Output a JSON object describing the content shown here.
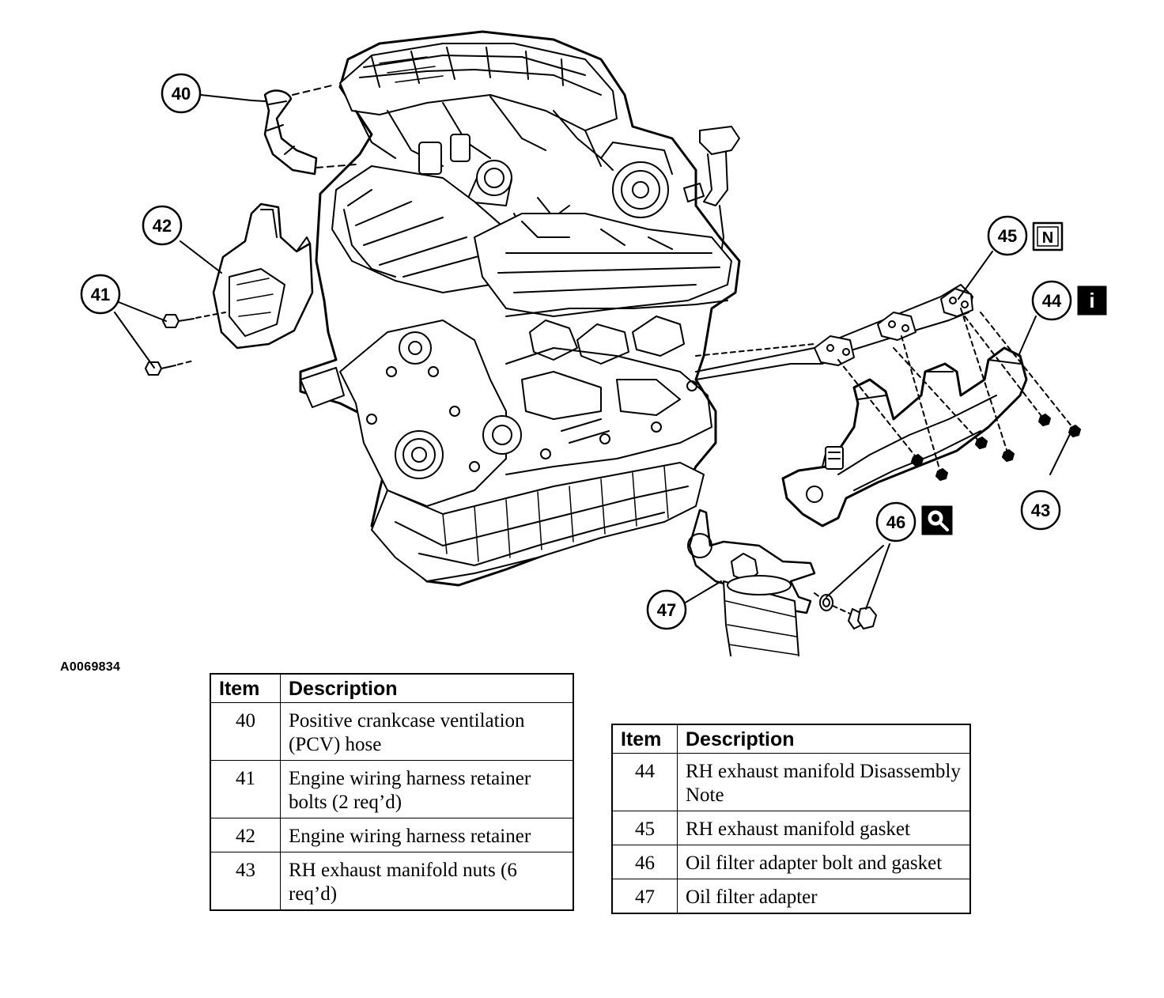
{
  "figure_id": "A0069834",
  "callouts": {
    "c40": "40",
    "c41": "41",
    "c42": "42",
    "c43": "43",
    "c44": "44",
    "c45": "45",
    "c46": "46",
    "c47": "47"
  },
  "symbols": {
    "n_box": "N",
    "info_box": "i",
    "n_icon": "note-symbol",
    "info_icon": "information-symbol",
    "magnifier_icon": "magnifier-symbol"
  },
  "tables": {
    "left": {
      "headers": {
        "item": "Item",
        "description": "Description"
      },
      "rows": [
        {
          "item": "40",
          "description": "Positive crankcase ventilation (PCV) hose"
        },
        {
          "item": "41",
          "description": "Engine wiring harness retainer bolts (2 req’d)"
        },
        {
          "item": "42",
          "description": "Engine wiring harness retainer"
        },
        {
          "item": "43",
          "description": "RH exhaust manifold nuts (6 req’d)"
        }
      ]
    },
    "right": {
      "headers": {
        "item": "Item",
        "description": "Description"
      },
      "rows": [
        {
          "item": "44",
          "description": "RH exhaust manifold Disassembly Note"
        },
        {
          "item": "45",
          "description": "RH exhaust manifold gasket"
        },
        {
          "item": "46",
          "description": "Oil filter adapter bolt and gasket"
        },
        {
          "item": "47",
          "description": "Oil filter adapter"
        }
      ]
    }
  }
}
